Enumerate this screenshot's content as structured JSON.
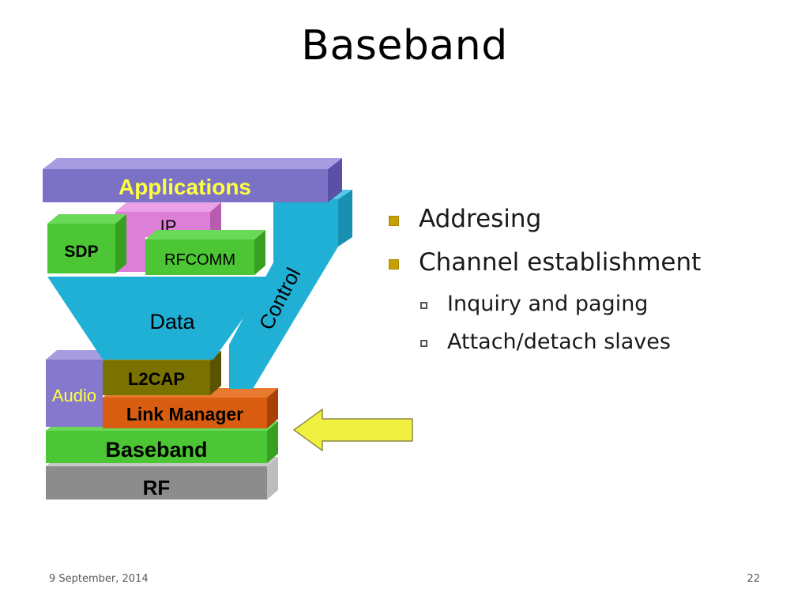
{
  "slide": {
    "title": "Baseband",
    "footer_date": "9 September, 2014",
    "page_number": "22"
  },
  "diagram": {
    "applications": "Applications",
    "ip": "IP",
    "sdp": "SDP",
    "rfcomm": "RFCOMM",
    "data": "Data",
    "control": "Control",
    "audio": "Audio",
    "l2cap": "L2CAP",
    "link_manager": "Link Manager",
    "baseband": "Baseband",
    "rf": "RF",
    "pointer_arrow": "yellow-left-arrow",
    "colors": {
      "applications": "#7b72c6",
      "ip": "#dd7fd6",
      "green": "#4cc634",
      "cyan": "#20b0d6",
      "audio": "#8678cc",
      "l2cap": "#7a7200",
      "link_manager": "#d85d10",
      "rf": "#8c8c8c",
      "arrow": "#f0f040"
    }
  },
  "bullets": {
    "items": [
      {
        "text": "Addresing",
        "sub": []
      },
      {
        "text": "Channel establishment",
        "sub": [
          "Inquiry and paging",
          "Attach/detach slaves"
        ]
      }
    ],
    "bullet_color": "#c8a000"
  }
}
